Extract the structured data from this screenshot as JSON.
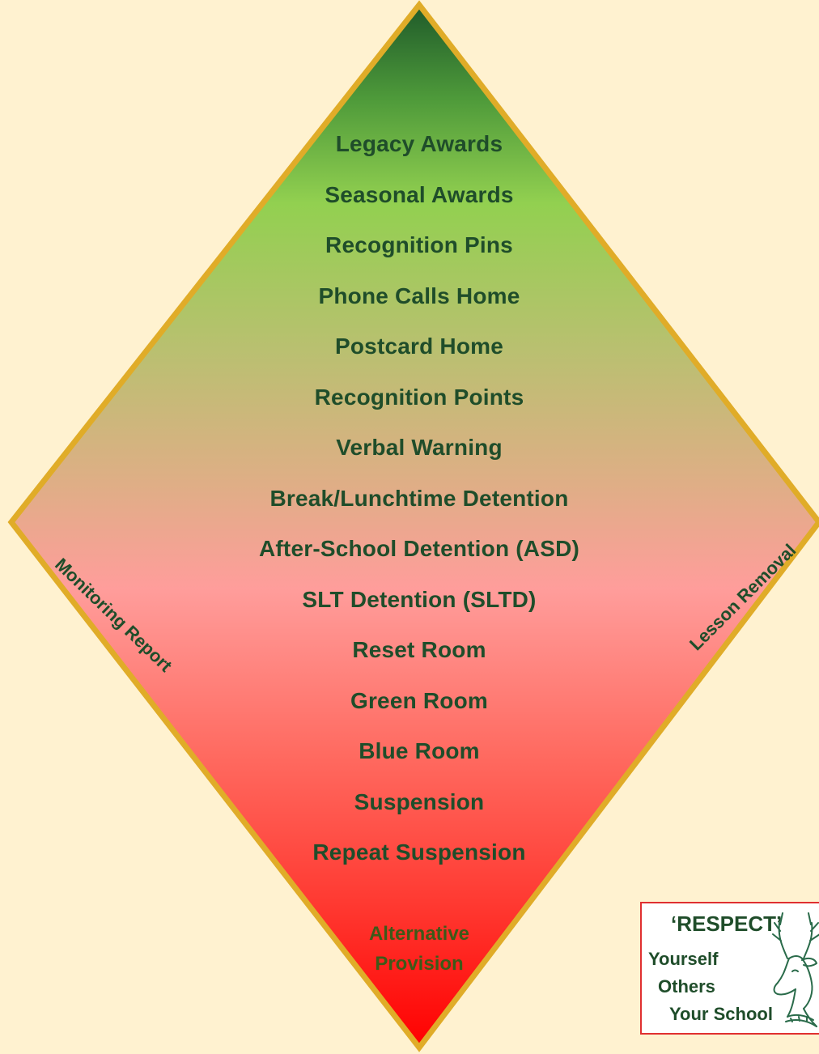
{
  "diagram": {
    "levels": [
      "Legacy Awards",
      "Seasonal Awards",
      "Recognition Pins",
      "Phone Calls Home",
      "Postcard Home",
      "Recognition Points",
      "Verbal Warning",
      "Break/Lunchtime Detention",
      "After-School Detention (ASD)",
      "SLT Detention (SLTD)",
      "Reset Room",
      "Green Room",
      "Blue Room",
      "Suspension",
      "Repeat Suspension"
    ],
    "bottom_label_line1": "Alternative",
    "bottom_label_line2": "Provision",
    "side_left_label": "Monitoring Report",
    "side_right_label": "Lesson Removal"
  },
  "respect_logo": {
    "title": "‘RESPECT’",
    "line1": "Yourself",
    "line2": "Others",
    "line3": "Your School",
    "icon": "stag-head-icon"
  },
  "colors": {
    "background": "#fff2d0",
    "border": "#e0ac28",
    "gradient_top": "#1f5a2a",
    "gradient_green": "#92d050",
    "gradient_mid": "#e0aa8a",
    "gradient_pink": "#ff9b9b",
    "gradient_bottom": "#ff0000",
    "text": "#1f4d2a",
    "logo_border": "#e03030"
  }
}
